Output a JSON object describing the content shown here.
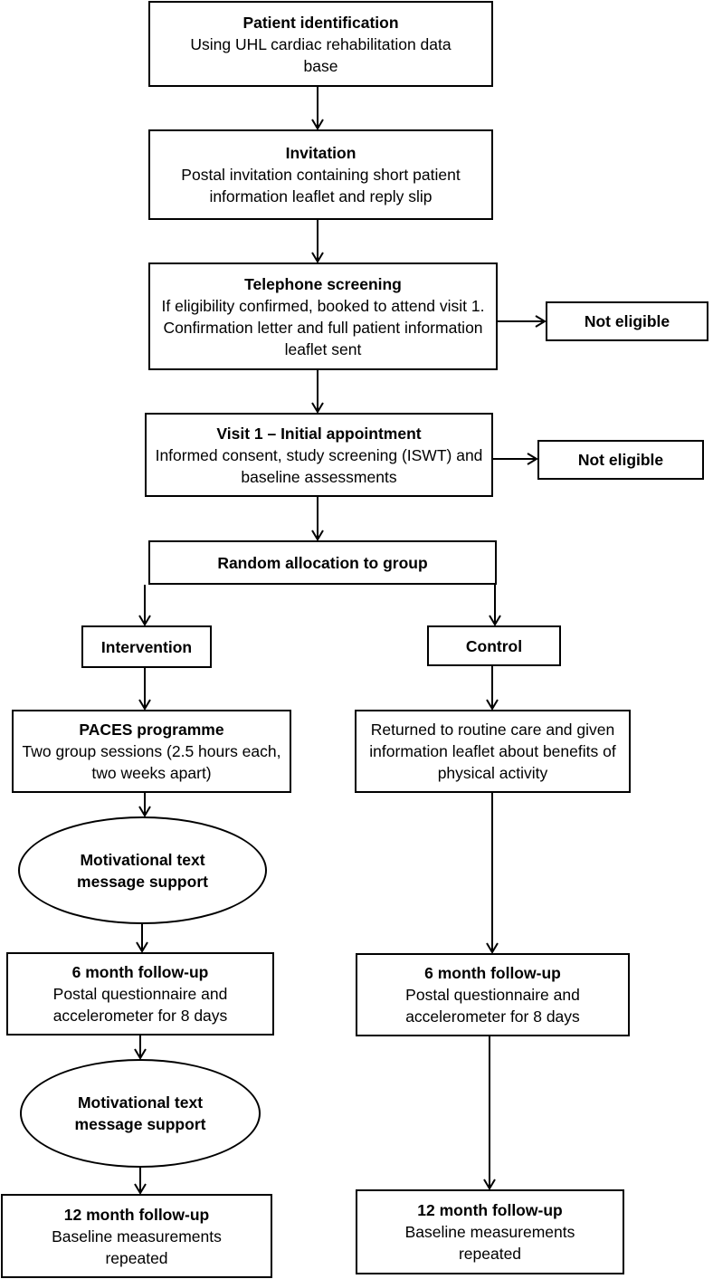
{
  "identification": {
    "title": "Patient identification",
    "body": "Using UHL cardiac rehabilitation data base"
  },
  "invitation": {
    "title": "Invitation",
    "body": "Postal invitation containing short patient information leaflet and reply slip"
  },
  "telephone": {
    "title": "Telephone screening",
    "body": "If eligibility confirmed, booked to attend visit 1. Confirmation letter and full patient information leaflet sent"
  },
  "not_eligible_1": {
    "title": "Not eligible"
  },
  "visit1": {
    "title": "Visit 1 – Initial appointment",
    "body": "Informed consent, study screening (ISWT) and baseline assessments"
  },
  "not_eligible_2": {
    "title": "Not eligible"
  },
  "random": {
    "title": "Random allocation to group"
  },
  "intervention": {
    "label": "Intervention",
    "paces": {
      "title": "PACES programme",
      "body": "Two group sessions (2.5 hours each, two weeks apart)"
    },
    "text_support_1": {
      "title": "Motivational text message support"
    },
    "followup_6": {
      "title": "6 month follow-up",
      "body": "Postal questionnaire and accelerometer for 8 days"
    },
    "text_support_2": {
      "title": "Motivational text message support"
    },
    "followup_12": {
      "title": "12 month follow-up",
      "body": "Baseline measurements repeated"
    }
  },
  "control": {
    "label": "Control",
    "routine": {
      "body": "Returned to routine care and given information leaflet about benefits of physical activity"
    },
    "followup_6": {
      "title": "6 month follow-up",
      "body": "Postal questionnaire and accelerometer for 8 days"
    },
    "followup_12": {
      "title": "12 month follow-up",
      "body": "Baseline measurements repeated"
    }
  }
}
